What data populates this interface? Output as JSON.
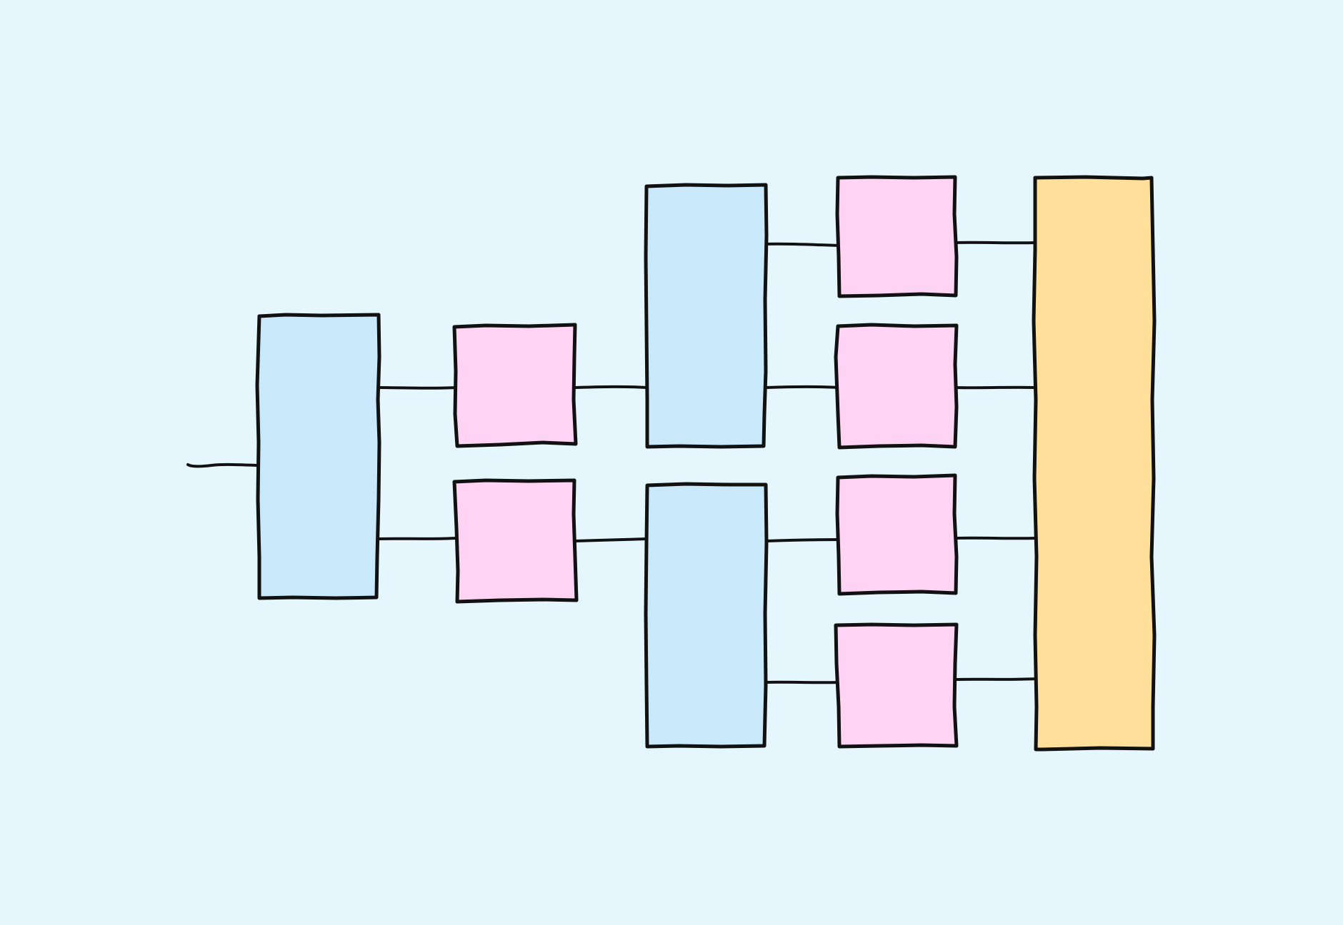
{
  "colors": {
    "background": "#E5F6FD",
    "stroke": "#111111",
    "split_node_fill": "#C9E9FB",
    "process_node_fill": "#FFD3F4",
    "merge_node_fill": "#FFDF99"
  },
  "diagram": {
    "style": "hand-drawn",
    "labels": "none",
    "nodes": [
      {
        "id": "split-root",
        "kind": "split"
      },
      {
        "id": "process-upper",
        "kind": "process"
      },
      {
        "id": "process-lower",
        "kind": "process"
      },
      {
        "id": "split-upper",
        "kind": "split"
      },
      {
        "id": "split-lower",
        "kind": "split"
      },
      {
        "id": "leaf-1",
        "kind": "process"
      },
      {
        "id": "leaf-2",
        "kind": "process"
      },
      {
        "id": "leaf-3",
        "kind": "process"
      },
      {
        "id": "leaf-4",
        "kind": "process"
      },
      {
        "id": "merge",
        "kind": "merge"
      }
    ],
    "edges": [
      {
        "from": "input",
        "to": "split-root"
      },
      {
        "from": "split-root",
        "to": "process-upper"
      },
      {
        "from": "split-root",
        "to": "process-lower"
      },
      {
        "from": "process-upper",
        "to": "split-upper"
      },
      {
        "from": "process-lower",
        "to": "split-lower"
      },
      {
        "from": "split-upper",
        "to": "leaf-1"
      },
      {
        "from": "split-upper",
        "to": "leaf-2"
      },
      {
        "from": "split-lower",
        "to": "leaf-3"
      },
      {
        "from": "split-lower",
        "to": "leaf-4"
      },
      {
        "from": "leaf-1",
        "to": "merge"
      },
      {
        "from": "leaf-2",
        "to": "merge"
      },
      {
        "from": "leaf-3",
        "to": "merge"
      },
      {
        "from": "leaf-4",
        "to": "merge"
      }
    ]
  }
}
